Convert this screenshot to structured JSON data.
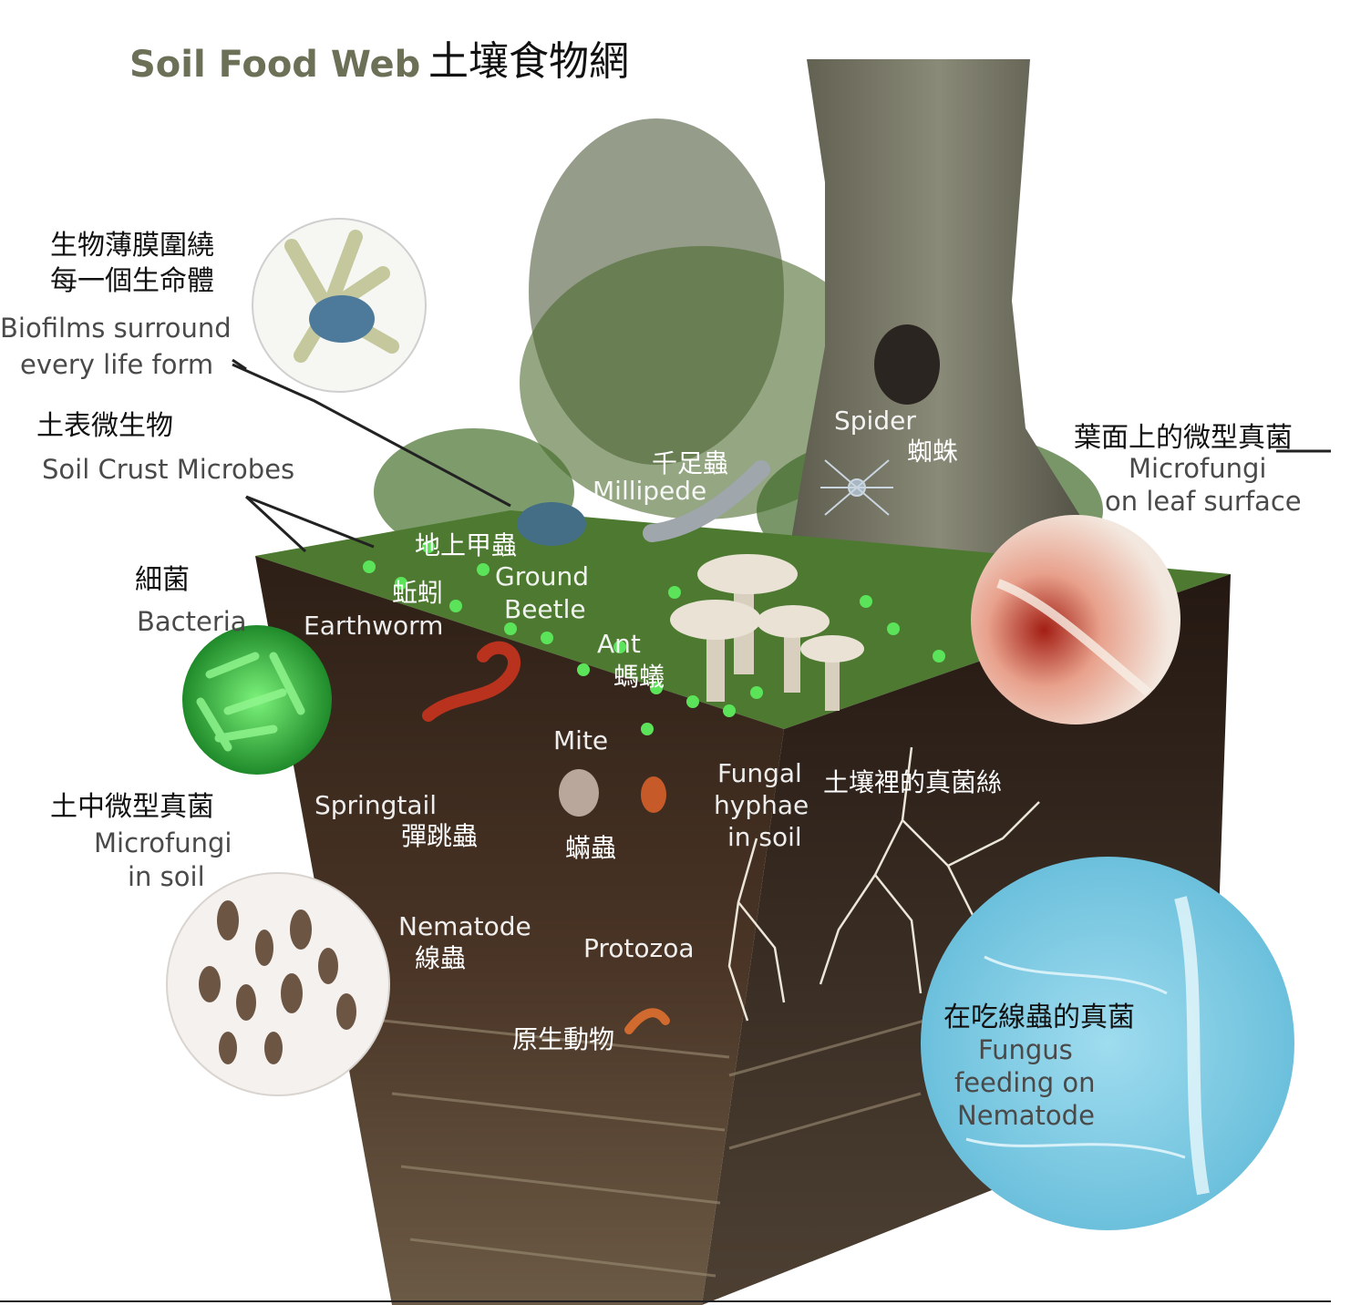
{
  "title": {
    "en": "Soil Food Web",
    "zh": "土壤食物網"
  },
  "labels": {
    "biofilms_zh_1": "生物薄膜圍繞",
    "biofilms_zh_2": "每一個生命體",
    "biofilms_en_1": "Biofilms surround",
    "biofilms_en_2": "every life form",
    "crust_zh": "土表微生物",
    "crust_en": "Soil Crust Microbes",
    "bacteria_zh": "細菌",
    "bacteria_en": "Bacteria",
    "microfungi_soil_zh": "土中微型真菌",
    "microfungi_soil_en_1": "Microfungi",
    "microfungi_soil_en_2": "in soil",
    "spider_en": "Spider",
    "spider_zh": "蜘蛛",
    "millipede_zh": "千足蟲",
    "millipede_en": "Millipede",
    "ground_beetle_zh": "地上甲蟲",
    "ground_beetle_en_1": "Ground",
    "ground_beetle_en_2": "Beetle",
    "earthworm_zh": "蚯蚓",
    "earthworm_en": "Earthworm",
    "ant_en": "Ant",
    "ant_zh": "螞蟻",
    "mite_en": "Mite",
    "mite_zh": "蟎蟲",
    "springtail_en": "Springtail",
    "springtail_zh": "彈跳蟲",
    "nematode_en": "Nematode",
    "nematode_zh": "線蟲",
    "protozoa_en": "Protozoa",
    "protozoa_zh": "原生動物",
    "hyphae_en_1": "Fungal",
    "hyphae_en_2": "hyphae",
    "hyphae_en_3": "in soil",
    "hyphae_zh": "土壤裡的真菌絲",
    "leaf_fungi_zh": "葉面上的微型真菌",
    "leaf_fungi_en_1": "Microfungi",
    "leaf_fungi_en_2": "on leaf surface",
    "fungus_nematode_zh": "在吃線蟲的真菌",
    "fungus_nematode_en_1": "Fungus",
    "fungus_nematode_en_2": "feeding on",
    "fungus_nematode_en_3": "Nematode"
  },
  "colors": {
    "soil_dark": "#3a2a1f",
    "soil_front": "#4a3526",
    "grass": "#3f6b2a",
    "bacteria_green": "#4cd94c",
    "bluish_circle": "#8fd4ea",
    "leaf_circle_red": "#c8392b"
  }
}
